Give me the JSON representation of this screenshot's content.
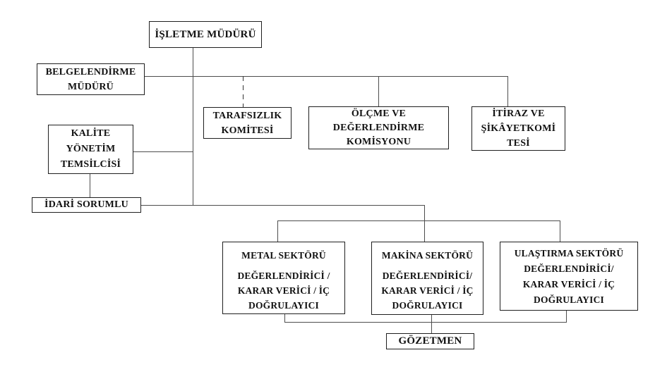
{
  "diagram": {
    "type": "org-chart",
    "colors": {
      "background": "#ffffff",
      "box_border": "#1f1f1f",
      "connector": "#4d4d4d",
      "text": "#111111"
    },
    "nodes": {
      "isletme_muduru": {
        "label": "İŞLETME MÜDÜRÜ"
      },
      "belgelendirme_muduru": {
        "label": "BELGELENDİRME\nMÜDÜRÜ"
      },
      "tarafsizlik_komitesi": {
        "label": "TARAFSIZLIK\nKOMİTESİ"
      },
      "olcme_degerlendirme_komisyonu": {
        "label": "ÖLÇME VE\nDEĞERLENDİRME\nKOMİSYONU"
      },
      "itiraz_sikayet_komitesi": {
        "label": "İTİRAZ VE\nŞİKÂYETKOMİ\nTESİ"
      },
      "kalite_yonetim_temsilcisi": {
        "label": "KALİTE\nYÖNETİM\nTEMSİLCİSİ"
      },
      "idari_sorumlu": {
        "label": "İDARİ SORUMLU"
      },
      "metal_sektoru": {
        "title": "METAL SEKTÖRÜ",
        "subtitle": "DEĞERLENDİRİCİ /\nKARAR VERİCİ / İÇ\nDOĞRULAYICI"
      },
      "makina_sektoru": {
        "title": "MAKİNA SEKTÖRÜ",
        "subtitle": "DEĞERLENDİRİCİ/\nKARAR VERİCİ / İÇ\nDOĞRULAYICI"
      },
      "ulastirma_sektoru": {
        "title": "ULAŞTIRMA SEKTÖRÜ",
        "subtitle": "DEĞERLENDİRİCİ/\nKARAR VERİCİ / İÇ\nDOĞRULAYICI"
      },
      "gozetmen": {
        "label": "GÖZETMEN"
      }
    },
    "edges": [
      {
        "from": "isletme_muduru",
        "to": "belgelendirme_muduru",
        "style": "solid"
      },
      {
        "from": "isletme_muduru",
        "to": "tarafsizlik_komitesi",
        "style": "dashed"
      },
      {
        "from": "isletme_muduru",
        "to": "olcme_degerlendirme_komisyonu",
        "style": "solid"
      },
      {
        "from": "isletme_muduru",
        "to": "itiraz_sikayet_komitesi",
        "style": "solid"
      },
      {
        "from": "isletme_muduru",
        "to": "kalite_yonetim_temsilcisi",
        "style": "solid"
      },
      {
        "from": "kalite_yonetim_temsilcisi",
        "to": "idari_sorumlu",
        "style": "solid"
      },
      {
        "from": "idari_sorumlu",
        "to": "metal_sektoru",
        "style": "solid"
      },
      {
        "from": "idari_sorumlu",
        "to": "makina_sektoru",
        "style": "solid"
      },
      {
        "from": "idari_sorumlu",
        "to": "ulastirma_sektoru",
        "style": "solid"
      },
      {
        "from": "metal_sektoru",
        "to": "gozetmen",
        "style": "solid"
      },
      {
        "from": "makina_sektoru",
        "to": "gozetmen",
        "style": "solid"
      },
      {
        "from": "ulastirma_sektoru",
        "to": "gozetmen",
        "style": "solid"
      }
    ]
  }
}
